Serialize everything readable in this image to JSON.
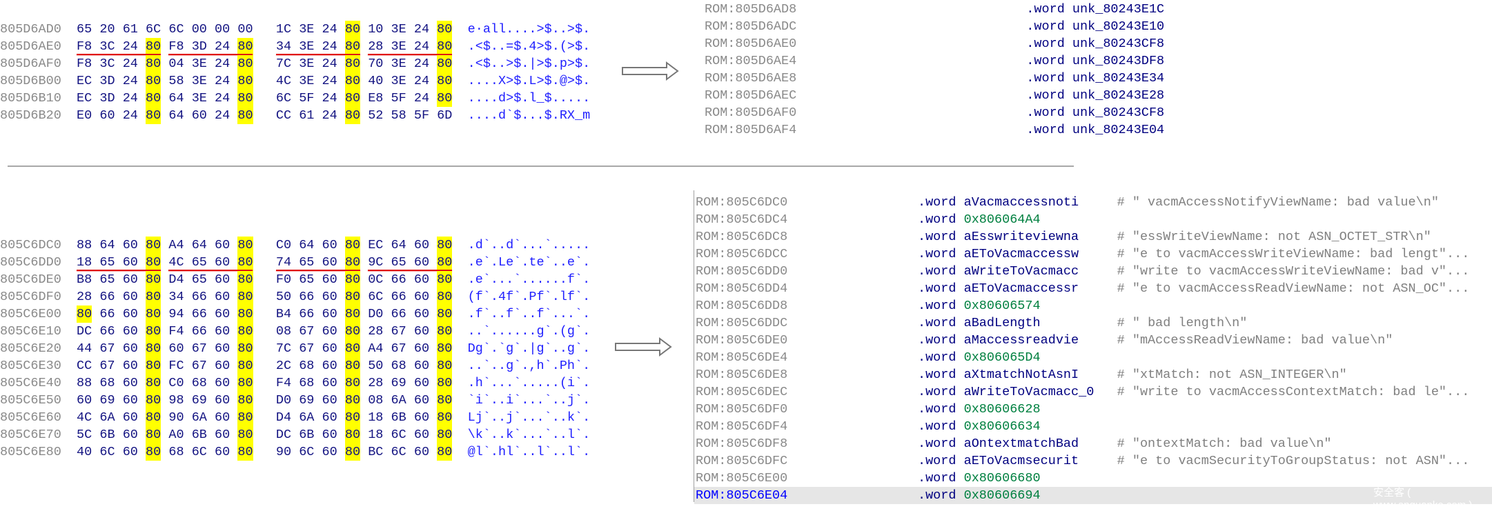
{
  "top": {
    "hex_rows": [
      {
        "addr": "805D6AD0",
        "bytes": [
          "65",
          "20",
          "61",
          "6C",
          "6C",
          "00",
          "00",
          "00",
          "1C",
          "3E",
          "24",
          "80",
          "10",
          "3E",
          "24",
          "80"
        ],
        "ascii": "e·all....>$..>$."
      },
      {
        "addr": "805D6AE0",
        "bytes": [
          "F8",
          "3C",
          "24",
          "80",
          "F8",
          "3D",
          "24",
          "80",
          "34",
          "3E",
          "24",
          "80",
          "28",
          "3E",
          "24",
          "80"
        ],
        "ascii": ".<$..=$.4>$.(>$."
      },
      {
        "addr": "805D6AF0",
        "bytes": [
          "F8",
          "3C",
          "24",
          "80",
          "04",
          "3E",
          "24",
          "80",
          "7C",
          "3E",
          "24",
          "80",
          "70",
          "3E",
          "24",
          "80"
        ],
        "ascii": ".<$..>$.|>$.p>$."
      },
      {
        "addr": "805D6B00",
        "bytes": [
          "EC",
          "3D",
          "24",
          "80",
          "58",
          "3E",
          "24",
          "80",
          "4C",
          "3E",
          "24",
          "80",
          "40",
          "3E",
          "24",
          "80"
        ],
        "ascii": "....X>$.L>$.@>$."
      },
      {
        "addr": "805D6B10",
        "bytes": [
          "EC",
          "3D",
          "24",
          "80",
          "64",
          "3E",
          "24",
          "80",
          "6C",
          "5F",
          "24",
          "80",
          "E8",
          "5F",
          "24",
          "80"
        ],
        "ascii": "....d>$.l_$....."
      },
      {
        "addr": "805D6B20",
        "bytes": [
          "E0",
          "60",
          "24",
          "80",
          "64",
          "60",
          "24",
          "80",
          "CC",
          "61",
          "24",
          "80",
          "52",
          "58",
          "5F",
          "6D"
        ],
        "ascii": "....d`$...$.RX_m"
      }
    ],
    "underlined_row": 1,
    "disasm": [
      {
        "addr": "ROM:805D6AD8",
        "op": ".word",
        "arg": "unk_80243E1C"
      },
      {
        "addr": "ROM:805D6ADC",
        "op": ".word",
        "arg": "unk_80243E10"
      },
      {
        "addr": "ROM:805D6AE0",
        "op": ".word",
        "arg": "unk_80243CF8"
      },
      {
        "addr": "ROM:805D6AE4",
        "op": ".word",
        "arg": "unk_80243DF8"
      },
      {
        "addr": "ROM:805D6AE8",
        "op": ".word",
        "arg": "unk_80243E34"
      },
      {
        "addr": "ROM:805D6AEC",
        "op": ".word",
        "arg": "unk_80243E28"
      },
      {
        "addr": "ROM:805D6AF0",
        "op": ".word",
        "arg": "unk_80243CF8"
      },
      {
        "addr": "ROM:805D6AF4",
        "op": ".word",
        "arg": "unk_80243E04"
      }
    ]
  },
  "bottom": {
    "hex_rows": [
      {
        "addr": "805C6DC0",
        "bytes": [
          "88",
          "64",
          "60",
          "80",
          "A4",
          "64",
          "60",
          "80",
          "C0",
          "64",
          "60",
          "80",
          "EC",
          "64",
          "60",
          "80"
        ],
        "ascii": ".d`..d`...`....."
      },
      {
        "addr": "805C6DD0",
        "bytes": [
          "18",
          "65",
          "60",
          "80",
          "4C",
          "65",
          "60",
          "80",
          "74",
          "65",
          "60",
          "80",
          "9C",
          "65",
          "60",
          "80"
        ],
        "ascii": ".e`.Le`.te`..e`."
      },
      {
        "addr": "805C6DE0",
        "bytes": [
          "B8",
          "65",
          "60",
          "80",
          "D4",
          "65",
          "60",
          "80",
          "F0",
          "65",
          "60",
          "80",
          "0C",
          "66",
          "60",
          "80"
        ],
        "ascii": ".e`...`......f`."
      },
      {
        "addr": "805C6DF0",
        "bytes": [
          "28",
          "66",
          "60",
          "80",
          "34",
          "66",
          "60",
          "80",
          "50",
          "66",
          "60",
          "80",
          "6C",
          "66",
          "60",
          "80"
        ],
        "ascii": "(f`.4f`.Pf`.lf`."
      },
      {
        "addr": "805C6E00",
        "bytes": [
          "80",
          "66",
          "60",
          "80",
          "94",
          "66",
          "60",
          "80",
          "B4",
          "66",
          "60",
          "80",
          "D0",
          "66",
          "60",
          "80"
        ],
        "ascii": ".f`..f`..f`...`."
      },
      {
        "addr": "805C6E10",
        "bytes": [
          "DC",
          "66",
          "60",
          "80",
          "F4",
          "66",
          "60",
          "80",
          "08",
          "67",
          "60",
          "80",
          "28",
          "67",
          "60",
          "80"
        ],
        "ascii": "..`......g`.(g`."
      },
      {
        "addr": "805C6E20",
        "bytes": [
          "44",
          "67",
          "60",
          "80",
          "60",
          "67",
          "60",
          "80",
          "7C",
          "67",
          "60",
          "80",
          "A4",
          "67",
          "60",
          "80"
        ],
        "ascii": "Dg`.`g`.|g`..g`."
      },
      {
        "addr": "805C6E30",
        "bytes": [
          "CC",
          "67",
          "60",
          "80",
          "FC",
          "67",
          "60",
          "80",
          "2C",
          "68",
          "60",
          "80",
          "50",
          "68",
          "60",
          "80"
        ],
        "ascii": "..`..g`.,h`.Ph`."
      },
      {
        "addr": "805C6E40",
        "bytes": [
          "88",
          "68",
          "60",
          "80",
          "C0",
          "68",
          "60",
          "80",
          "F4",
          "68",
          "60",
          "80",
          "28",
          "69",
          "60",
          "80"
        ],
        "ascii": ".h`...`.....(i`."
      },
      {
        "addr": "805C6E50",
        "bytes": [
          "60",
          "69",
          "60",
          "80",
          "98",
          "69",
          "60",
          "80",
          "D0",
          "69",
          "60",
          "80",
          "08",
          "6A",
          "60",
          "80"
        ],
        "ascii": "`i`..i`...`..j`."
      },
      {
        "addr": "805C6E60",
        "bytes": [
          "4C",
          "6A",
          "60",
          "80",
          "90",
          "6A",
          "60",
          "80",
          "D4",
          "6A",
          "60",
          "80",
          "18",
          "6B",
          "60",
          "80"
        ],
        "ascii": "Lj`..j`...`..k`."
      },
      {
        "addr": "805C6E70",
        "bytes": [
          "5C",
          "6B",
          "60",
          "80",
          "A0",
          "6B",
          "60",
          "80",
          "DC",
          "6B",
          "60",
          "80",
          "18",
          "6C",
          "60",
          "80"
        ],
        "ascii": "\\k`..k`...`..l`."
      },
      {
        "addr": "805C6E80",
        "bytes": [
          "40",
          "6C",
          "60",
          "80",
          "68",
          "6C",
          "60",
          "80",
          "90",
          "6C",
          "60",
          "80",
          "BC",
          "6C",
          "60",
          "80"
        ],
        "ascii": "@l`.hl`..l`..l`."
      }
    ],
    "underlined_row": 1,
    "disasm": [
      {
        "addr": "ROM:805C6DC0",
        "op": ".word",
        "arg": "aVacmaccessnoti",
        "kind": "label",
        "comment": "# \" vacmAccessNotifyViewName: bad value\\n\""
      },
      {
        "addr": "ROM:805C6DC4",
        "op": ".word",
        "arg": "0x806064A4",
        "kind": "number",
        "comment": ""
      },
      {
        "addr": "ROM:805C6DC8",
        "op": ".word",
        "arg": "aEsswriteviewna",
        "kind": "label",
        "comment": "# \"essWriteViewName: not ASN_OCTET_STR\\n\""
      },
      {
        "addr": "ROM:805C6DCC",
        "op": ".word",
        "arg": "aEToVacmaccessw",
        "kind": "label",
        "comment": "# \"e to vacmAccessWriteViewName: bad lengt\"..."
      },
      {
        "addr": "ROM:805C6DD0",
        "op": ".word",
        "arg": "aWriteToVacmacc",
        "kind": "label",
        "comment": "# \"write to vacmAccessWriteViewName: bad v\"..."
      },
      {
        "addr": "ROM:805C6DD4",
        "op": ".word",
        "arg": "aEToVacmaccessr",
        "kind": "label",
        "comment": "# \"e to vacmAccessReadViewName: not ASN_OC\"..."
      },
      {
        "addr": "ROM:805C6DD8",
        "op": ".word",
        "arg": "0x80606574",
        "kind": "number",
        "comment": ""
      },
      {
        "addr": "ROM:805C6DDC",
        "op": ".word",
        "arg": "aBadLength",
        "kind": "label",
        "comment": "# \" bad length\\n\""
      },
      {
        "addr": "ROM:805C6DE0",
        "op": ".word",
        "arg": "aMaccessreadvie",
        "kind": "label",
        "comment": "# \"mAccessReadViewName: bad value\\n\""
      },
      {
        "addr": "ROM:805C6DE4",
        "op": ".word",
        "arg": "0x806065D4",
        "kind": "number",
        "comment": ""
      },
      {
        "addr": "ROM:805C6DE8",
        "op": ".word",
        "arg": "aXtmatchNotAsnI",
        "kind": "label",
        "comment": "# \"xtMatch: not ASN_INTEGER\\n\""
      },
      {
        "addr": "ROM:805C6DEC",
        "op": ".word",
        "arg": "aWriteToVacmacc_0",
        "kind": "label",
        "comment": "# \"write to vacmAccessContextMatch: bad le\"..."
      },
      {
        "addr": "ROM:805C6DF0",
        "op": ".word",
        "arg": "0x80606628",
        "kind": "number",
        "comment": ""
      },
      {
        "addr": "ROM:805C6DF4",
        "op": ".word",
        "arg": "0x80606634",
        "kind": "number",
        "comment": ""
      },
      {
        "addr": "ROM:805C6DF8",
        "op": ".word",
        "arg": "aOntextmatchBad",
        "kind": "label",
        "comment": "# \"ontextMatch: bad value\\n\""
      },
      {
        "addr": "ROM:805C6DFC",
        "op": ".word",
        "arg": "aEToVacmsecurit",
        "kind": "label",
        "comment": "# \"e to vacmSecurityToGroupStatus: not ASN\"..."
      },
      {
        "addr": "ROM:805C6E00",
        "op": ".word",
        "arg": "0x80606680",
        "kind": "number",
        "comment": ""
      },
      {
        "addr": "ROM:805C6E04",
        "op": ".word",
        "arg": "0x80606694",
        "kind": "number",
        "comment": "",
        "selected": true
      }
    ]
  },
  "highlight_byte": "80",
  "colors": {
    "highlight": "#ffff00",
    "underline": "#e01010",
    "address": "#8a8a8a",
    "hex": "#141482",
    "ascii": "#2020ff",
    "number": "#008040"
  },
  "watermark": "安全客 ( www.anquanke.com )"
}
